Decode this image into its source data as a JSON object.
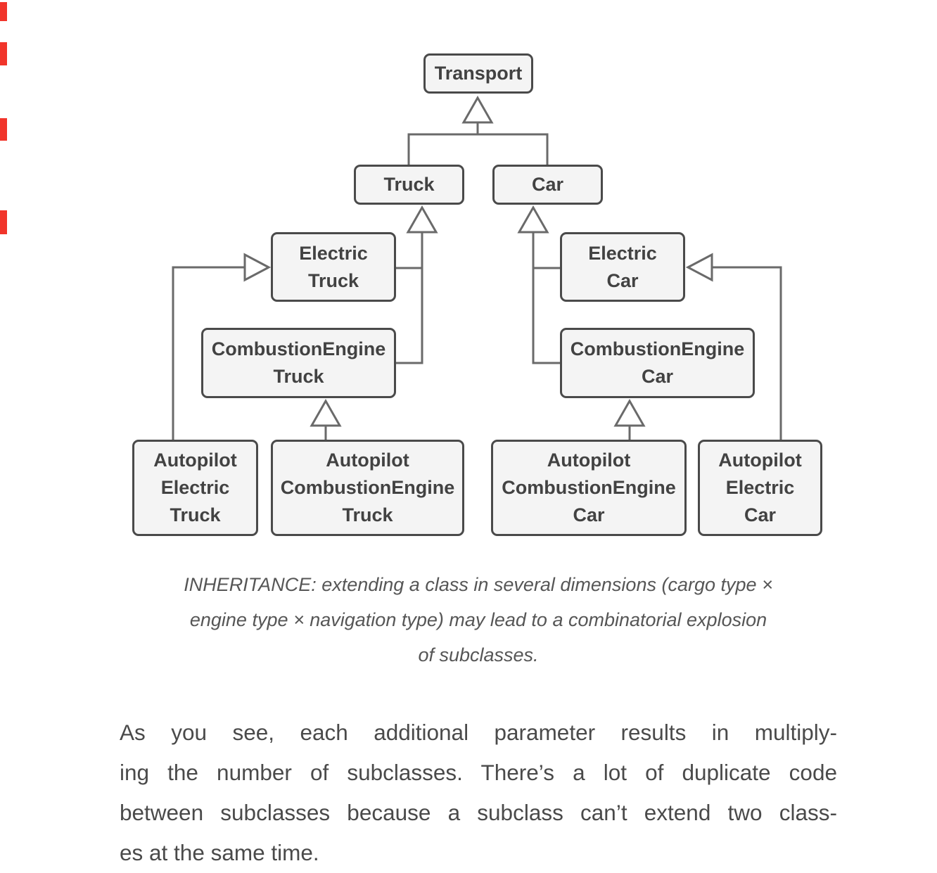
{
  "colors": {
    "background": "#ffffff",
    "box_fill": "#f4f4f4",
    "box_border": "#4a4a4a",
    "box_text": "#424242",
    "connector_line": "#6a6a6a",
    "caption_text": "#565656",
    "body_text": "#4a4a4a",
    "edge_marker": "#f1352b"
  },
  "diagram": {
    "nodes": {
      "transport": {
        "lines": [
          "Transport"
        ]
      },
      "truck": {
        "lines": [
          "Truck"
        ]
      },
      "car": {
        "lines": [
          "Car"
        ]
      },
      "electric_truck": {
        "lines": [
          "Electric",
          "Truck"
        ]
      },
      "electric_car": {
        "lines": [
          "Electric",
          "Car"
        ]
      },
      "combustion_truck": {
        "lines": [
          "CombustionEngine",
          "Truck"
        ]
      },
      "combustion_car": {
        "lines": [
          "CombustionEngine",
          "Car"
        ]
      },
      "autopilot_electric_truck": {
        "lines": [
          "Autopilot",
          "Electric",
          "Truck"
        ]
      },
      "autopilot_combustion_truck": {
        "lines": [
          "Autopilot",
          "CombustionEngine",
          "Truck"
        ]
      },
      "autopilot_combustion_car": {
        "lines": [
          "Autopilot",
          "CombustionEngine",
          "Car"
        ]
      },
      "autopilot_electric_car": {
        "lines": [
          "Autopilot",
          "Electric",
          "Car"
        ]
      }
    }
  },
  "caption": {
    "lines": [
      "INHERITANCE: extending a class in several dimensions (cargo type ×",
      "engine type × navigation type) may lead to a combinatorial explosion",
      "of subclasses."
    ]
  },
  "body": {
    "lines": [
      "As you see, each additional parameter results in multiply-",
      "ing the number of subclasses. There’s a lot of duplicate code",
      "between subclasses because a subclass can’t extend two class-",
      "es at the same time."
    ]
  }
}
